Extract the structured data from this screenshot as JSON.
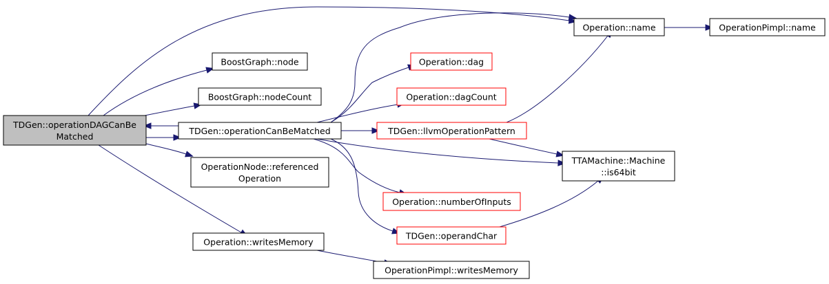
{
  "graph": {
    "edge_color": "#191970",
    "nodes": {
      "root": {
        "lines": [
          "TDGen::operationDAGCanBe",
          "Matched"
        ],
        "style": "root"
      },
      "operationCanBeMatched": {
        "lines": [
          "TDGen::operationCanBeMatched"
        ],
        "style": "black"
      },
      "boostNode": {
        "lines": [
          "BoostGraph::node"
        ],
        "style": "black"
      },
      "boostNodeCount": {
        "lines": [
          "BoostGraph::nodeCount"
        ],
        "style": "black"
      },
      "opNodeRef": {
        "lines": [
          "OperationNode::referenced",
          "Operation"
        ],
        "style": "black"
      },
      "writesMemory": {
        "lines": [
          "Operation::writesMemory"
        ],
        "style": "black"
      },
      "pimplWritesMemory": {
        "lines": [
          "OperationPimpl::writesMemory"
        ],
        "style": "black"
      },
      "opName": {
        "lines": [
          "Operation::name"
        ],
        "style": "black"
      },
      "pimplName": {
        "lines": [
          "OperationPimpl::name"
        ],
        "style": "black"
      },
      "opDag": {
        "lines": [
          "Operation::dag"
        ],
        "style": "red"
      },
      "opDagCount": {
        "lines": [
          "Operation::dagCount"
        ],
        "style": "red"
      },
      "llvmPattern": {
        "lines": [
          "TDGen::llvmOperationPattern"
        ],
        "style": "red"
      },
      "numInputs": {
        "lines": [
          "Operation::numberOfInputs"
        ],
        "style": "red"
      },
      "operandChar": {
        "lines": [
          "TDGen::operandChar"
        ],
        "style": "red"
      },
      "is64bit": {
        "lines": [
          "TTAMachine::Machine",
          "::is64bit"
        ],
        "style": "black"
      }
    },
    "edges": [
      [
        "root",
        "opName"
      ],
      [
        "root",
        "boostNode"
      ],
      [
        "root",
        "boostNodeCount"
      ],
      [
        "root",
        "operationCanBeMatched"
      ],
      [
        "operationCanBeMatched",
        "root"
      ],
      [
        "root",
        "opNodeRef"
      ],
      [
        "root",
        "writesMemory"
      ],
      [
        "writesMemory",
        "pimplWritesMemory"
      ],
      [
        "opName",
        "pimplName"
      ],
      [
        "operationCanBeMatched",
        "opName"
      ],
      [
        "operationCanBeMatched",
        "opDag"
      ],
      [
        "operationCanBeMatched",
        "opDagCount"
      ],
      [
        "operationCanBeMatched",
        "llvmPattern"
      ],
      [
        "operationCanBeMatched",
        "is64bit"
      ],
      [
        "operationCanBeMatched",
        "numInputs"
      ],
      [
        "operationCanBeMatched",
        "operandChar"
      ],
      [
        "llvmPattern",
        "opName"
      ],
      [
        "llvmPattern",
        "is64bit"
      ],
      [
        "operandChar",
        "is64bit"
      ]
    ]
  }
}
